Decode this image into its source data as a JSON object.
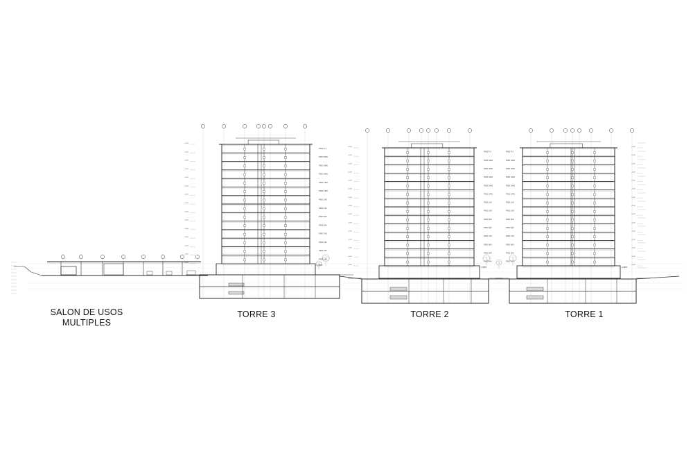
{
  "captions": {
    "salon_line1": "SALON DE USOS",
    "salon_line2": "MULTIPLES",
    "torre3": "TORRE 3",
    "torre2": "TORRE 2",
    "torre1": "TORRE 1"
  },
  "floor_labels": [
    "PISO P-1",
    "PISO 18A0",
    "PISO 18A0",
    "PISO 18A0",
    "PISO 14A0",
    "PISO 14A0",
    "PISO 1A0",
    "PISO 1A0",
    "PISO 9A0",
    "PISO 8A0",
    "PISO 7A0",
    "PISO 6A0",
    "PISO 5A0",
    "PISO 4A0",
    "PISO 3A0",
    "PISO 2A0",
    "PISO 1A0"
  ],
  "ground_label": "LOBBY",
  "colors": {
    "line": "#2a2a2a",
    "fine": "#9a9a9a",
    "fill": "#d9d9d9"
  }
}
